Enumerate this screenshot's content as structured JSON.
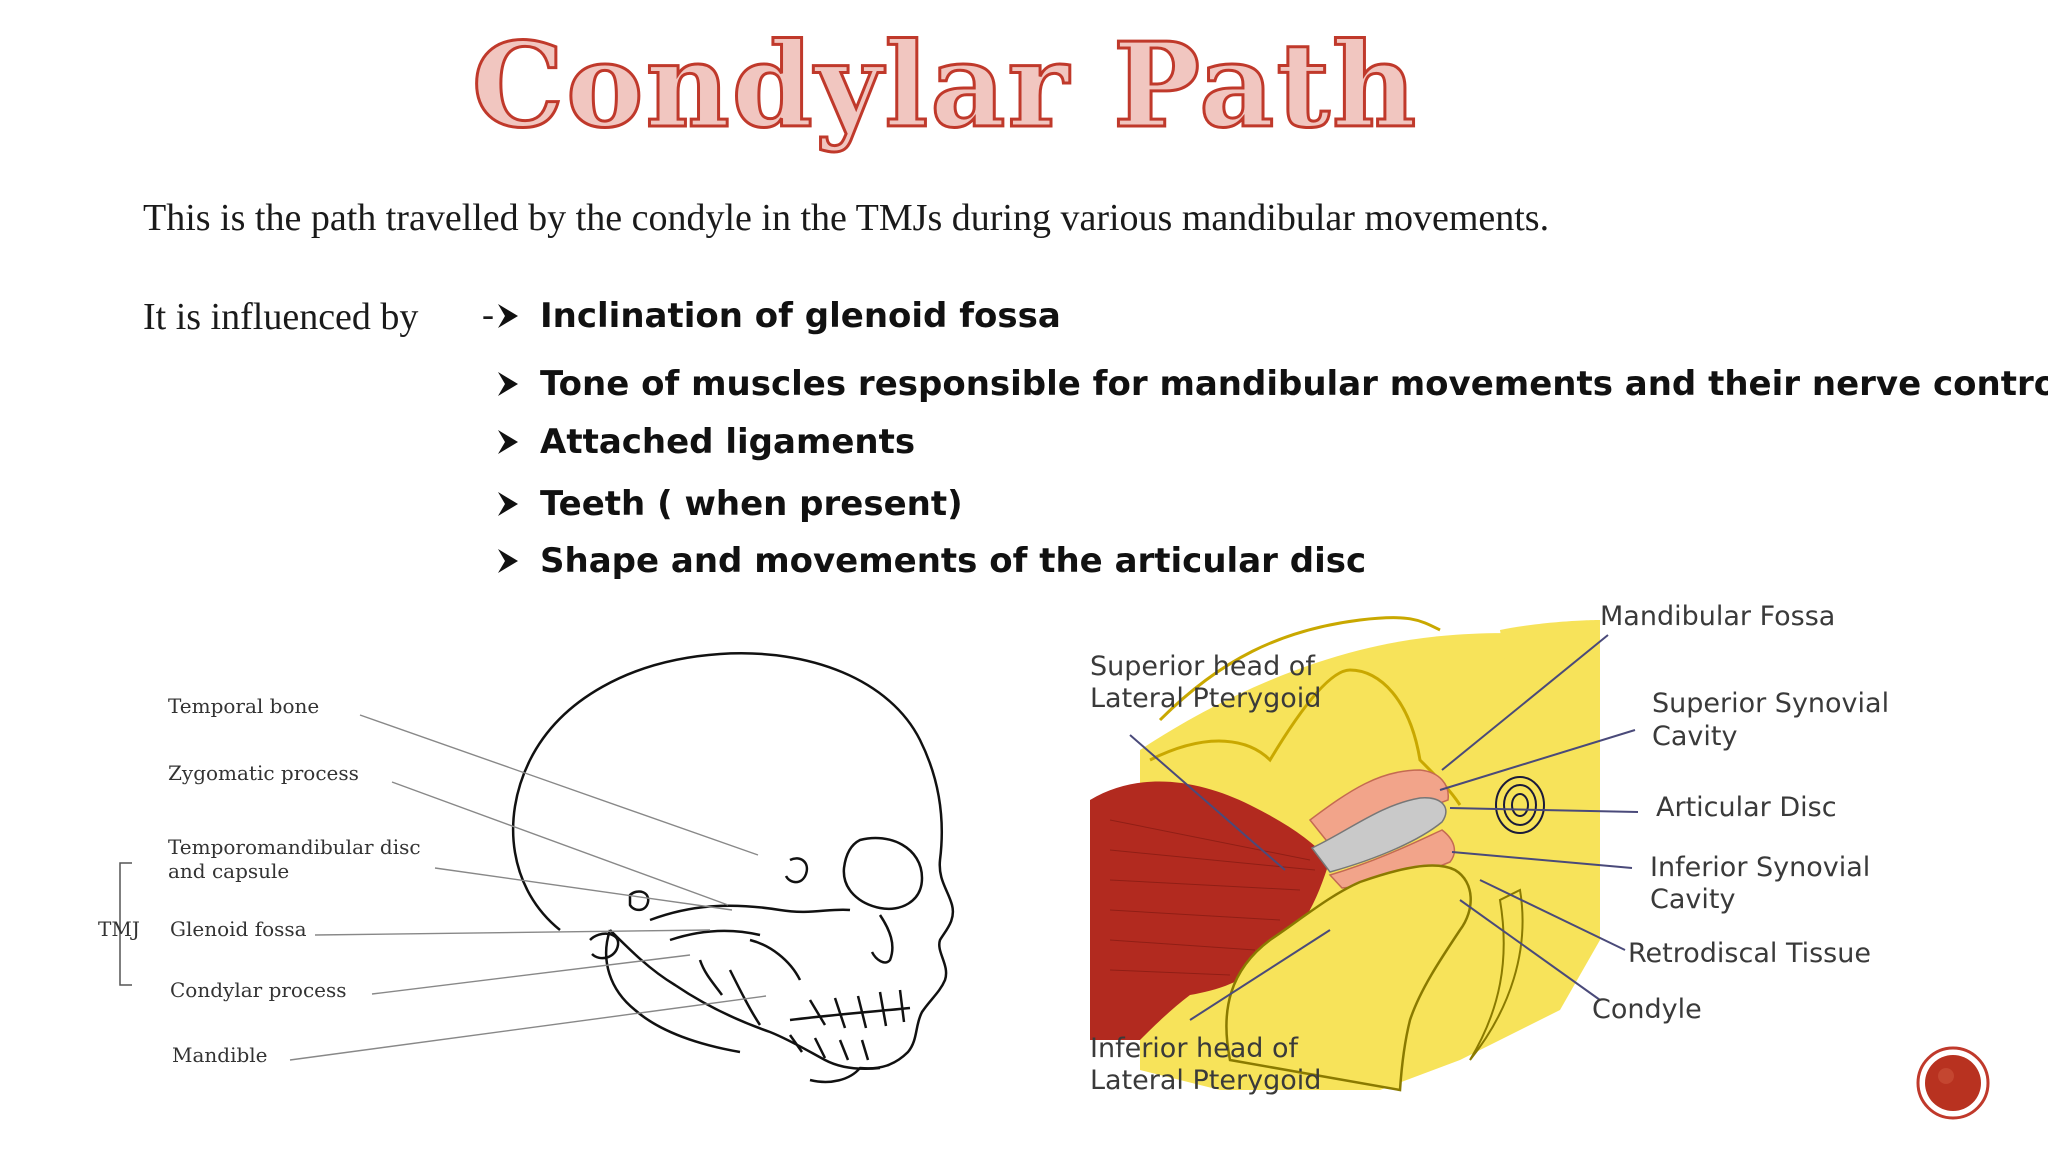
{
  "title": "Condylar Path",
  "intro": "This is the path travelled by the condyle in the TMJs during various mandibular movements.",
  "influenced_by": "It is influenced by",
  "dash": "-",
  "factors": [
    "Inclination of glenoid fossa",
    "Tone of muscles responsible for mandibular movements and their nerve controls",
    "Attached ligaments",
    "Teeth ( when present)",
    "Shape and movements of the articular disc"
  ],
  "skull_labels": {
    "temporal_bone": "Temporal bone",
    "zygomatic_process": "Zygomatic process",
    "tm_disc_line1": "Temporomandibular disc",
    "tm_disc_line2": "and capsule",
    "tmj": "TMJ",
    "glenoid_fossa": "Glenoid fossa",
    "condylar_process": "Condylar process",
    "mandible": "Mandible"
  },
  "tmj_labels": {
    "superior_head_line1": "Superior head of",
    "superior_head_line2": "Lateral Pterygoid",
    "mandibular_fossa": "Mandibular Fossa",
    "superior_synovial_line1": "Superior Synovial",
    "superior_synovial_line2": "Cavity",
    "articular_disc": "Articular Disc",
    "inferior_synovial_line1": "Inferior Synovial",
    "inferior_synovial_line2": "Cavity",
    "retrodiscal_tissue": "Retrodiscal Tissue",
    "condyle": "Condyle",
    "inferior_head_line1": "Inferior head of",
    "inferior_head_line2": "Lateral Pterygoid"
  },
  "colors": {
    "title_fill": "#f1c6c0",
    "title_stroke": "#c0392b",
    "bone_yellow": "#f7e35a",
    "muscle_red": "#b22a1f",
    "disc_pink": "#f2a48a",
    "disc_gray": "#c9c9c9"
  }
}
